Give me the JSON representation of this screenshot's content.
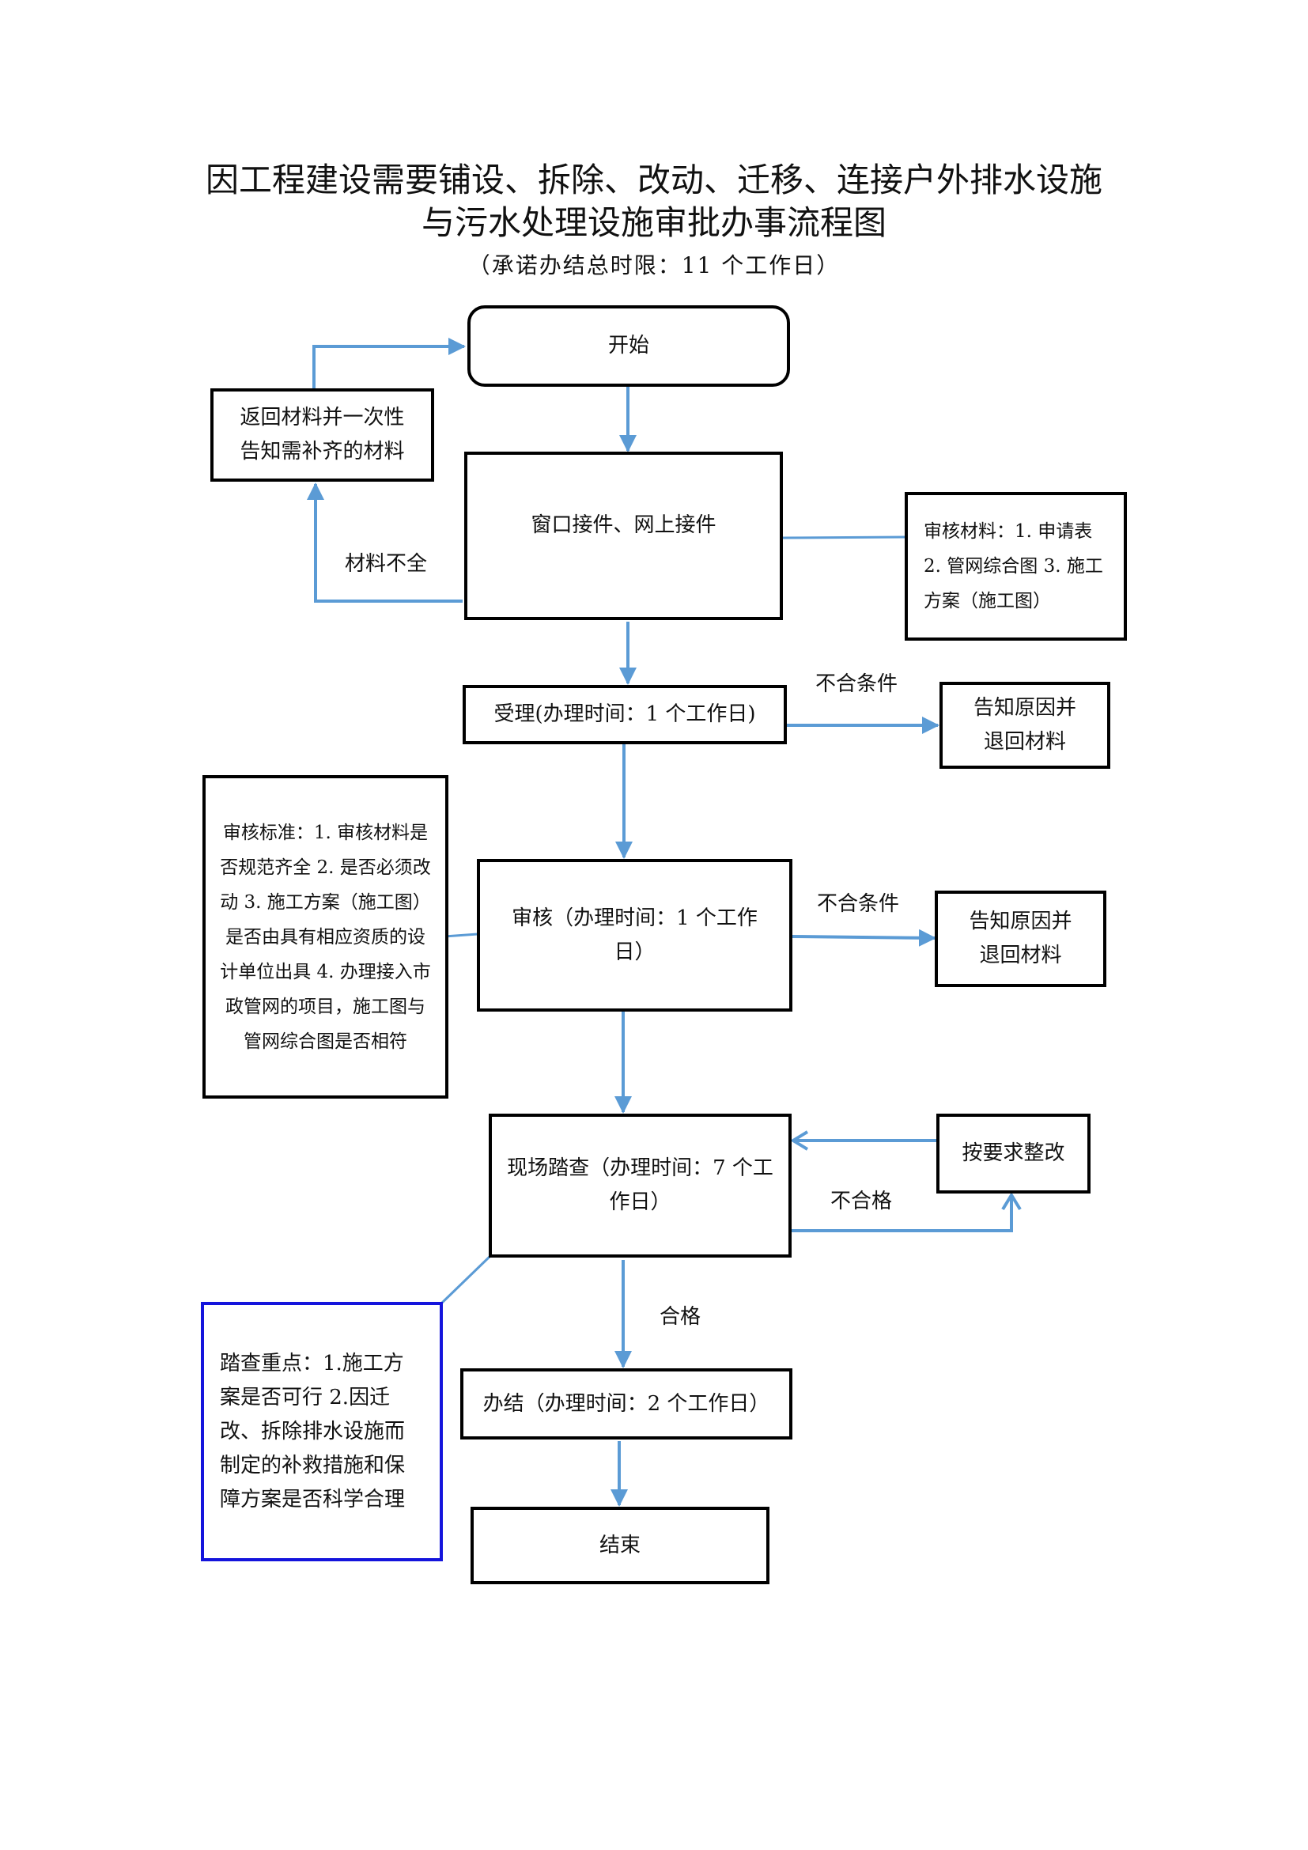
{
  "title": {
    "line1": "因工程建设需要铺设、拆除、改动、迁移、连接户外排水设施",
    "line2": "与污水处理设施审批办事流程图",
    "subtitle": "（承诺办结总时限：11 个工作日）"
  },
  "nodes": {
    "start": "开始",
    "return_materials": "返回材料并一次性告知需补齐的材料",
    "intake": "窗口接件、网上接件",
    "materials_list": "审核材料：1. 申请表 2. 管网综合图 3. 施工方案（施工图）",
    "accept": "受理(办理时间：1 个工作日)",
    "reject_1": "告知原因并退回材料",
    "review_standards": "审核标准：1. 审核材料是否规范齐全 2. 是否必须改动 3. 施工方案（施工图）是否由具有相应资质的设计单位出具 4. 办理接入市政管网的项目，施工图与管网综合图是否相符",
    "review": "审核（办理时间：1 个工作日）",
    "reject_2": "告知原因并退回材料",
    "inspection": "现场踏查（办理时间：7 个工作日）",
    "rectify": "按要求整改",
    "inspection_focus": "踏查重点：1.施工方案是否可行 2.因迁改、拆除排水设施而制定的补救措施和保障方案是否科学合理",
    "complete": "办结（办理时间：2 个工作日）",
    "end": "结束"
  },
  "edge_labels": {
    "incomplete": "材料不全",
    "not_qualified_1": "不合条件",
    "not_qualified_2": "不合条件",
    "fail": "不合格",
    "pass": "合格"
  },
  "colors": {
    "connector": "#5b9bd5",
    "box_border": "#000000",
    "highlight_border": "#1414dc"
  }
}
